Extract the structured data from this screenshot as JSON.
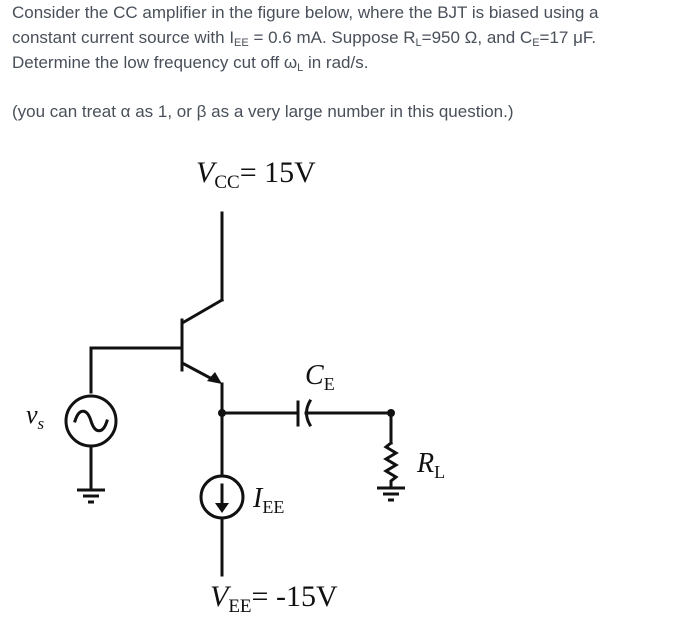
{
  "question": {
    "line1_a": "Consider the CC amplifier in the figure below, where the BJT is biased using a",
    "line2_a": "constant current source with I",
    "line2_iee_sub": "EE",
    "line2_b": " = 0.6 mA.  Suppose R",
    "line2_rl_sub": "L",
    "line2_c": "=950 Ω, and C",
    "line2_ce_sub": "E",
    "line2_d": "=17 μF.",
    "line3_a": "Determine the low frequency cut off  ω",
    "line3_sub": "L",
    "line3_b": " in rad/s.",
    "note": "(you can treat α as 1, or β as a very large number in this question.)"
  },
  "circuit": {
    "vcc_sym": "V",
    "vcc_sub": "CC",
    "vcc_val": "= 15V",
    "vee_sym": "V",
    "vee_sub": "EE",
    "vee_val": "= -15V",
    "ce_sym": "C",
    "ce_sub": "E",
    "rl_sym": "R",
    "rl_sub": "L",
    "iee_sym": "I",
    "iee_sub": "EE",
    "vs_sym": "v",
    "vs_sub": "s"
  }
}
